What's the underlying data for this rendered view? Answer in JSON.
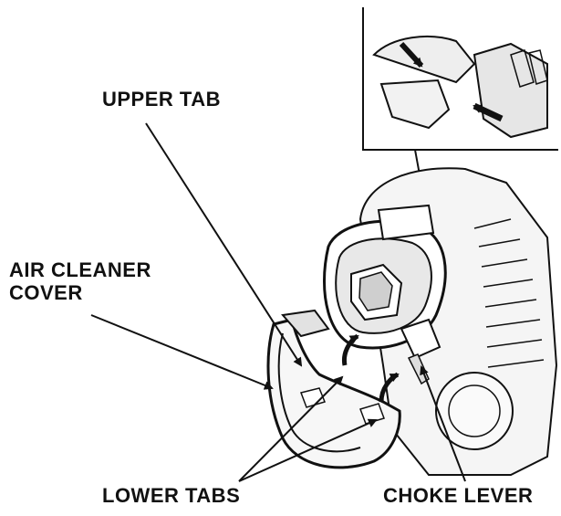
{
  "labels": {
    "upper_tab": "UPPER TAB",
    "air_cleaner_line1": "AIR CLEANER",
    "air_cleaner_line2": "COVER",
    "lower_tabs": "LOWER TABS",
    "choke_lever": "CHOKE LEVER"
  },
  "colors": {
    "ink": "#111111",
    "background": "#ffffff",
    "shade": "#d9d9d9"
  }
}
